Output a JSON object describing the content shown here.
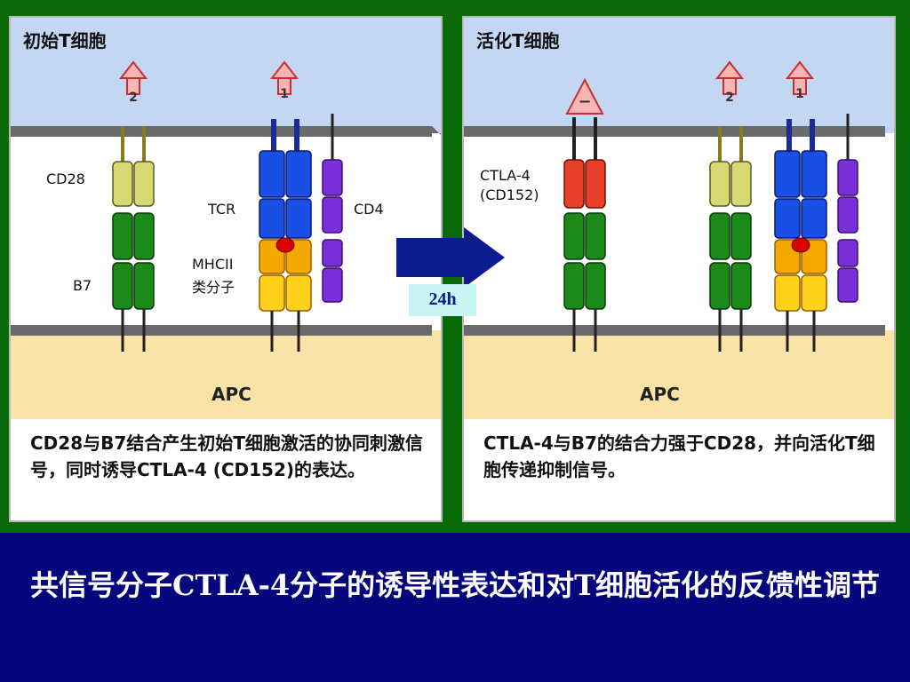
{
  "panels": {
    "left": {
      "title": "初始T细胞",
      "signal_2": "2",
      "signal_1": "1",
      "labels": {
        "cd28": "CD28",
        "b7": "B7",
        "tcr": "TCR",
        "cd4": "CD4",
        "mhc_line1": "MHCII",
        "mhc_line2": "类分子"
      },
      "apc": "APC",
      "caption": "CD28与B7结合产生初始T细胞激活的协同刺激信号，同时诱导CTLA-4 (CD152)的表达。"
    },
    "right": {
      "title": "活化T细胞",
      "signal_minus": "−",
      "signal_2": "2",
      "signal_1": "1",
      "labels": {
        "ctla4_line1": "CTLA-4",
        "ctla4_line2": "(CD152)"
      },
      "apc": "APC",
      "caption": "CTLA-4与B7的结合力强于CD28，并向活化T细胞传递抑制信号。"
    }
  },
  "transition": {
    "time": "24h"
  },
  "slide_title": "共信号分子CTLA-4分子的诱导性表达和对T细胞活化的反馈性调节",
  "colors": {
    "frame": "#0a6a0a",
    "background": "#07077d",
    "cytoplasm": "#c4d7f2",
    "apc_fill": "#fae3a6",
    "membrane": "#6a6a6a",
    "cd28": "#d7d774",
    "b7": "#1b8a1b",
    "tcr": "#1a4fe6",
    "mhc": "#f5a800",
    "cd4": "#7a30d8",
    "ctla4": "#e8402a",
    "signal_arrow": "#f7b5b5",
    "transition_arrow": "#0c1c8e"
  }
}
